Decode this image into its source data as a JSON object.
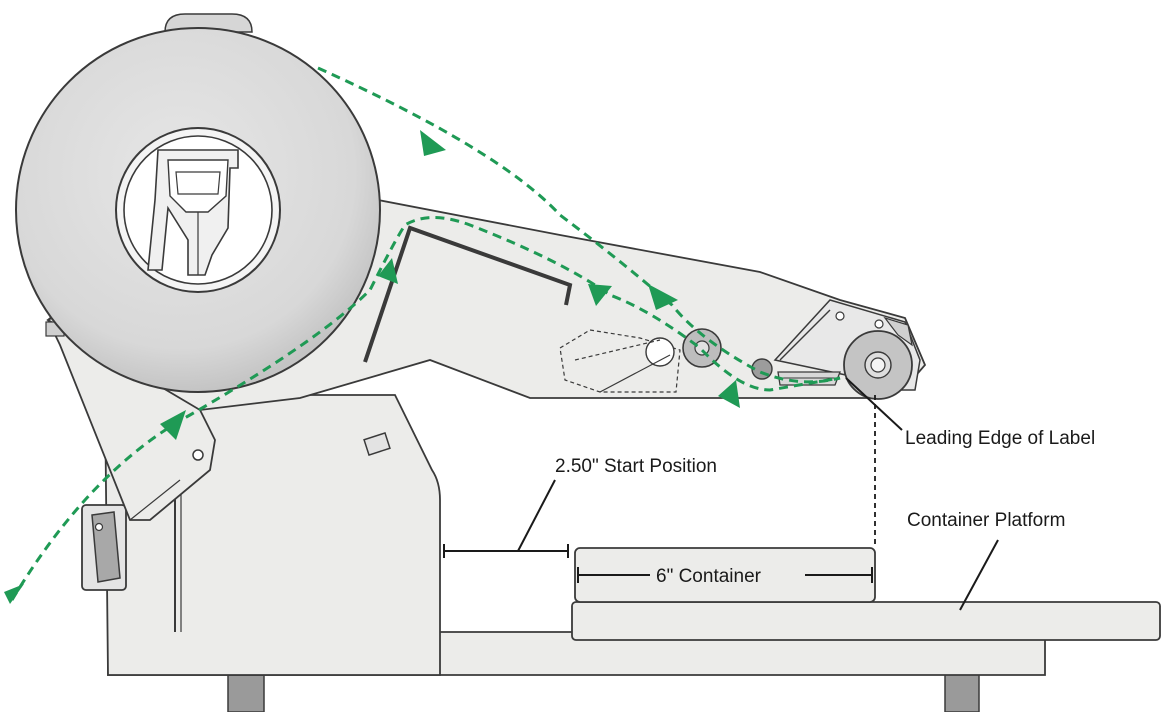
{
  "labels": {
    "leading_edge": "Leading Edge of Label",
    "start_position": "2.50\" Start Position",
    "container_platform": "Container Platform",
    "container": "6\" Container"
  },
  "colors": {
    "path": "#1f9a55",
    "body": "#ececea",
    "outline": "#3a3a3a",
    "roll": "#dcdcdc",
    "legs": "#9a9a9a"
  }
}
